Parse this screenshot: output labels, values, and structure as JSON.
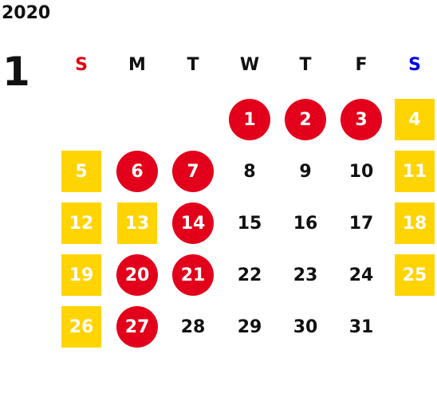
{
  "calendar": {
    "year": "2020",
    "month": "1",
    "colors": {
      "sunday_header": "#e50012",
      "saturday_header": "#0000e6",
      "holiday_fill": "#e2001b",
      "weekend_fill": "#ffd400"
    },
    "weekdays": [
      {
        "label": "S",
        "color": "#e50012"
      },
      {
        "label": "M",
        "color": "#111111"
      },
      {
        "label": "T",
        "color": "#111111"
      },
      {
        "label": "W",
        "color": "#111111"
      },
      {
        "label": "T",
        "color": "#111111"
      },
      {
        "label": "F",
        "color": "#111111"
      },
      {
        "label": "S",
        "color": "#0000e6"
      }
    ],
    "weeks": [
      [
        null,
        null,
        null,
        {
          "day": "1",
          "type": "holiday"
        },
        {
          "day": "2",
          "type": "holiday"
        },
        {
          "day": "3",
          "type": "holiday"
        },
        {
          "day": "4",
          "type": "weekend"
        }
      ],
      [
        {
          "day": "5",
          "type": "weekend"
        },
        {
          "day": "6",
          "type": "holiday"
        },
        {
          "day": "7",
          "type": "holiday"
        },
        {
          "day": "8",
          "type": "normal"
        },
        {
          "day": "9",
          "type": "normal"
        },
        {
          "day": "10",
          "type": "normal"
        },
        {
          "day": "11",
          "type": "weekend"
        }
      ],
      [
        {
          "day": "12",
          "type": "weekend"
        },
        {
          "day": "13",
          "type": "weekend"
        },
        {
          "day": "14",
          "type": "holiday"
        },
        {
          "day": "15",
          "type": "normal"
        },
        {
          "day": "16",
          "type": "normal"
        },
        {
          "day": "17",
          "type": "normal"
        },
        {
          "day": "18",
          "type": "weekend"
        }
      ],
      [
        {
          "day": "19",
          "type": "weekend"
        },
        {
          "day": "20",
          "type": "holiday"
        },
        {
          "day": "21",
          "type": "holiday"
        },
        {
          "day": "22",
          "type": "normal"
        },
        {
          "day": "23",
          "type": "normal"
        },
        {
          "day": "24",
          "type": "normal"
        },
        {
          "day": "25",
          "type": "weekend"
        }
      ],
      [
        {
          "day": "26",
          "type": "weekend"
        },
        {
          "day": "27",
          "type": "holiday"
        },
        {
          "day": "28",
          "type": "normal"
        },
        {
          "day": "29",
          "type": "normal"
        },
        {
          "day": "30",
          "type": "normal"
        },
        {
          "day": "31",
          "type": "normal"
        },
        null
      ]
    ]
  }
}
